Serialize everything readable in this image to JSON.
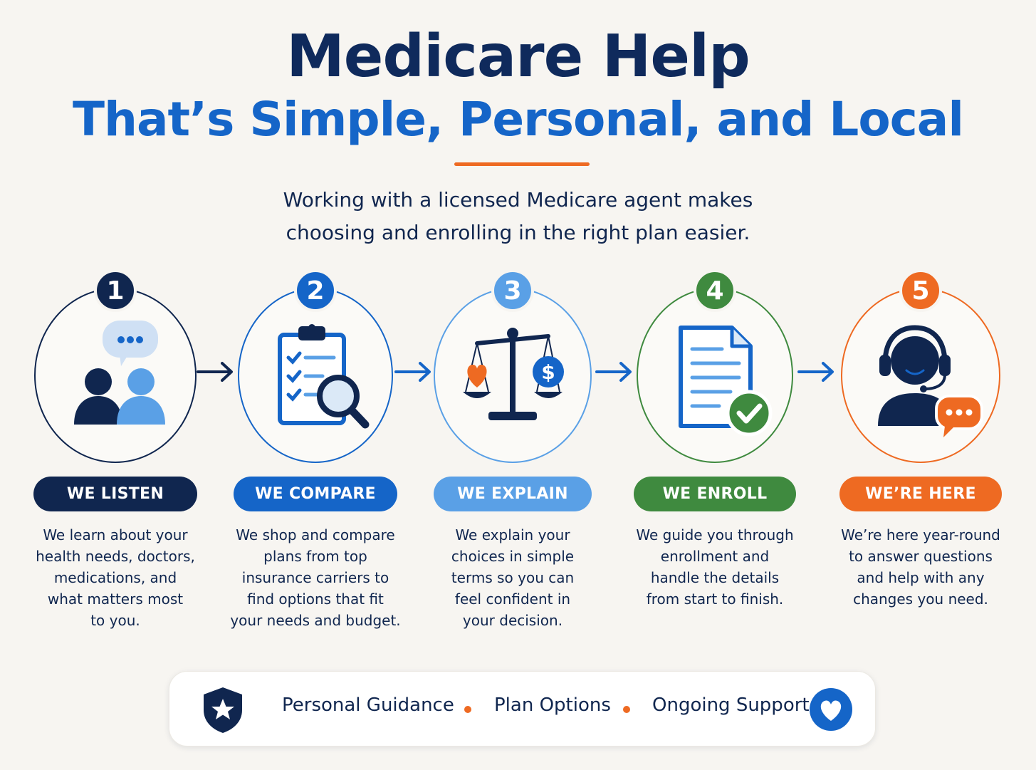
{
  "header": {
    "title": "Medicare Help",
    "subtitle": "That’s Simple, Personal, and Local",
    "intro_line1": "Working with a licensed Medicare agent makes",
    "intro_line2": "choosing and enrolling in the right plan easier."
  },
  "colors": {
    "navy": "#10264f",
    "blue": "#1565c8",
    "light_blue": "#5aa0e6",
    "green": "#3f8a3f",
    "orange": "#ee6a22",
    "background": "#f7f5f1"
  },
  "steps": [
    {
      "number": "1",
      "label": "WE LISTEN",
      "color": "#10264f",
      "icon": "conversation-people-icon",
      "desc": [
        "We learn about your",
        "health needs, doctors,",
        "medications, and",
        "what matters most",
        "to you."
      ]
    },
    {
      "number": "2",
      "label": "WE COMPARE",
      "color": "#1565c8",
      "icon": "clipboard-magnifier-icon",
      "desc": [
        "We shop and compare",
        "plans from top",
        "insurance carriers to",
        "find options that fit",
        "your needs and budget."
      ]
    },
    {
      "number": "3",
      "label": "WE EXPLAIN",
      "color": "#5aa0e6",
      "icon": "balance-scale-icon",
      "desc": [
        "We explain your",
        "choices in simple",
        "terms so you can",
        "feel confident in",
        "your decision."
      ]
    },
    {
      "number": "4",
      "label": "WE ENROLL",
      "color": "#3f8a3f",
      "icon": "document-check-icon",
      "desc": [
        "We guide you through",
        "enrollment and",
        "handle the details",
        "from start to finish."
      ]
    },
    {
      "number": "5",
      "label": "WE’RE HERE",
      "color": "#ee6a22",
      "icon": "headset-agent-icon",
      "desc": [
        "We’re here year-round",
        "to answer questions",
        "and help with any",
        "changes you need."
      ]
    }
  ],
  "footer": {
    "items": [
      "Personal Guidance",
      "Plan Options",
      "Ongoing Support"
    ]
  }
}
